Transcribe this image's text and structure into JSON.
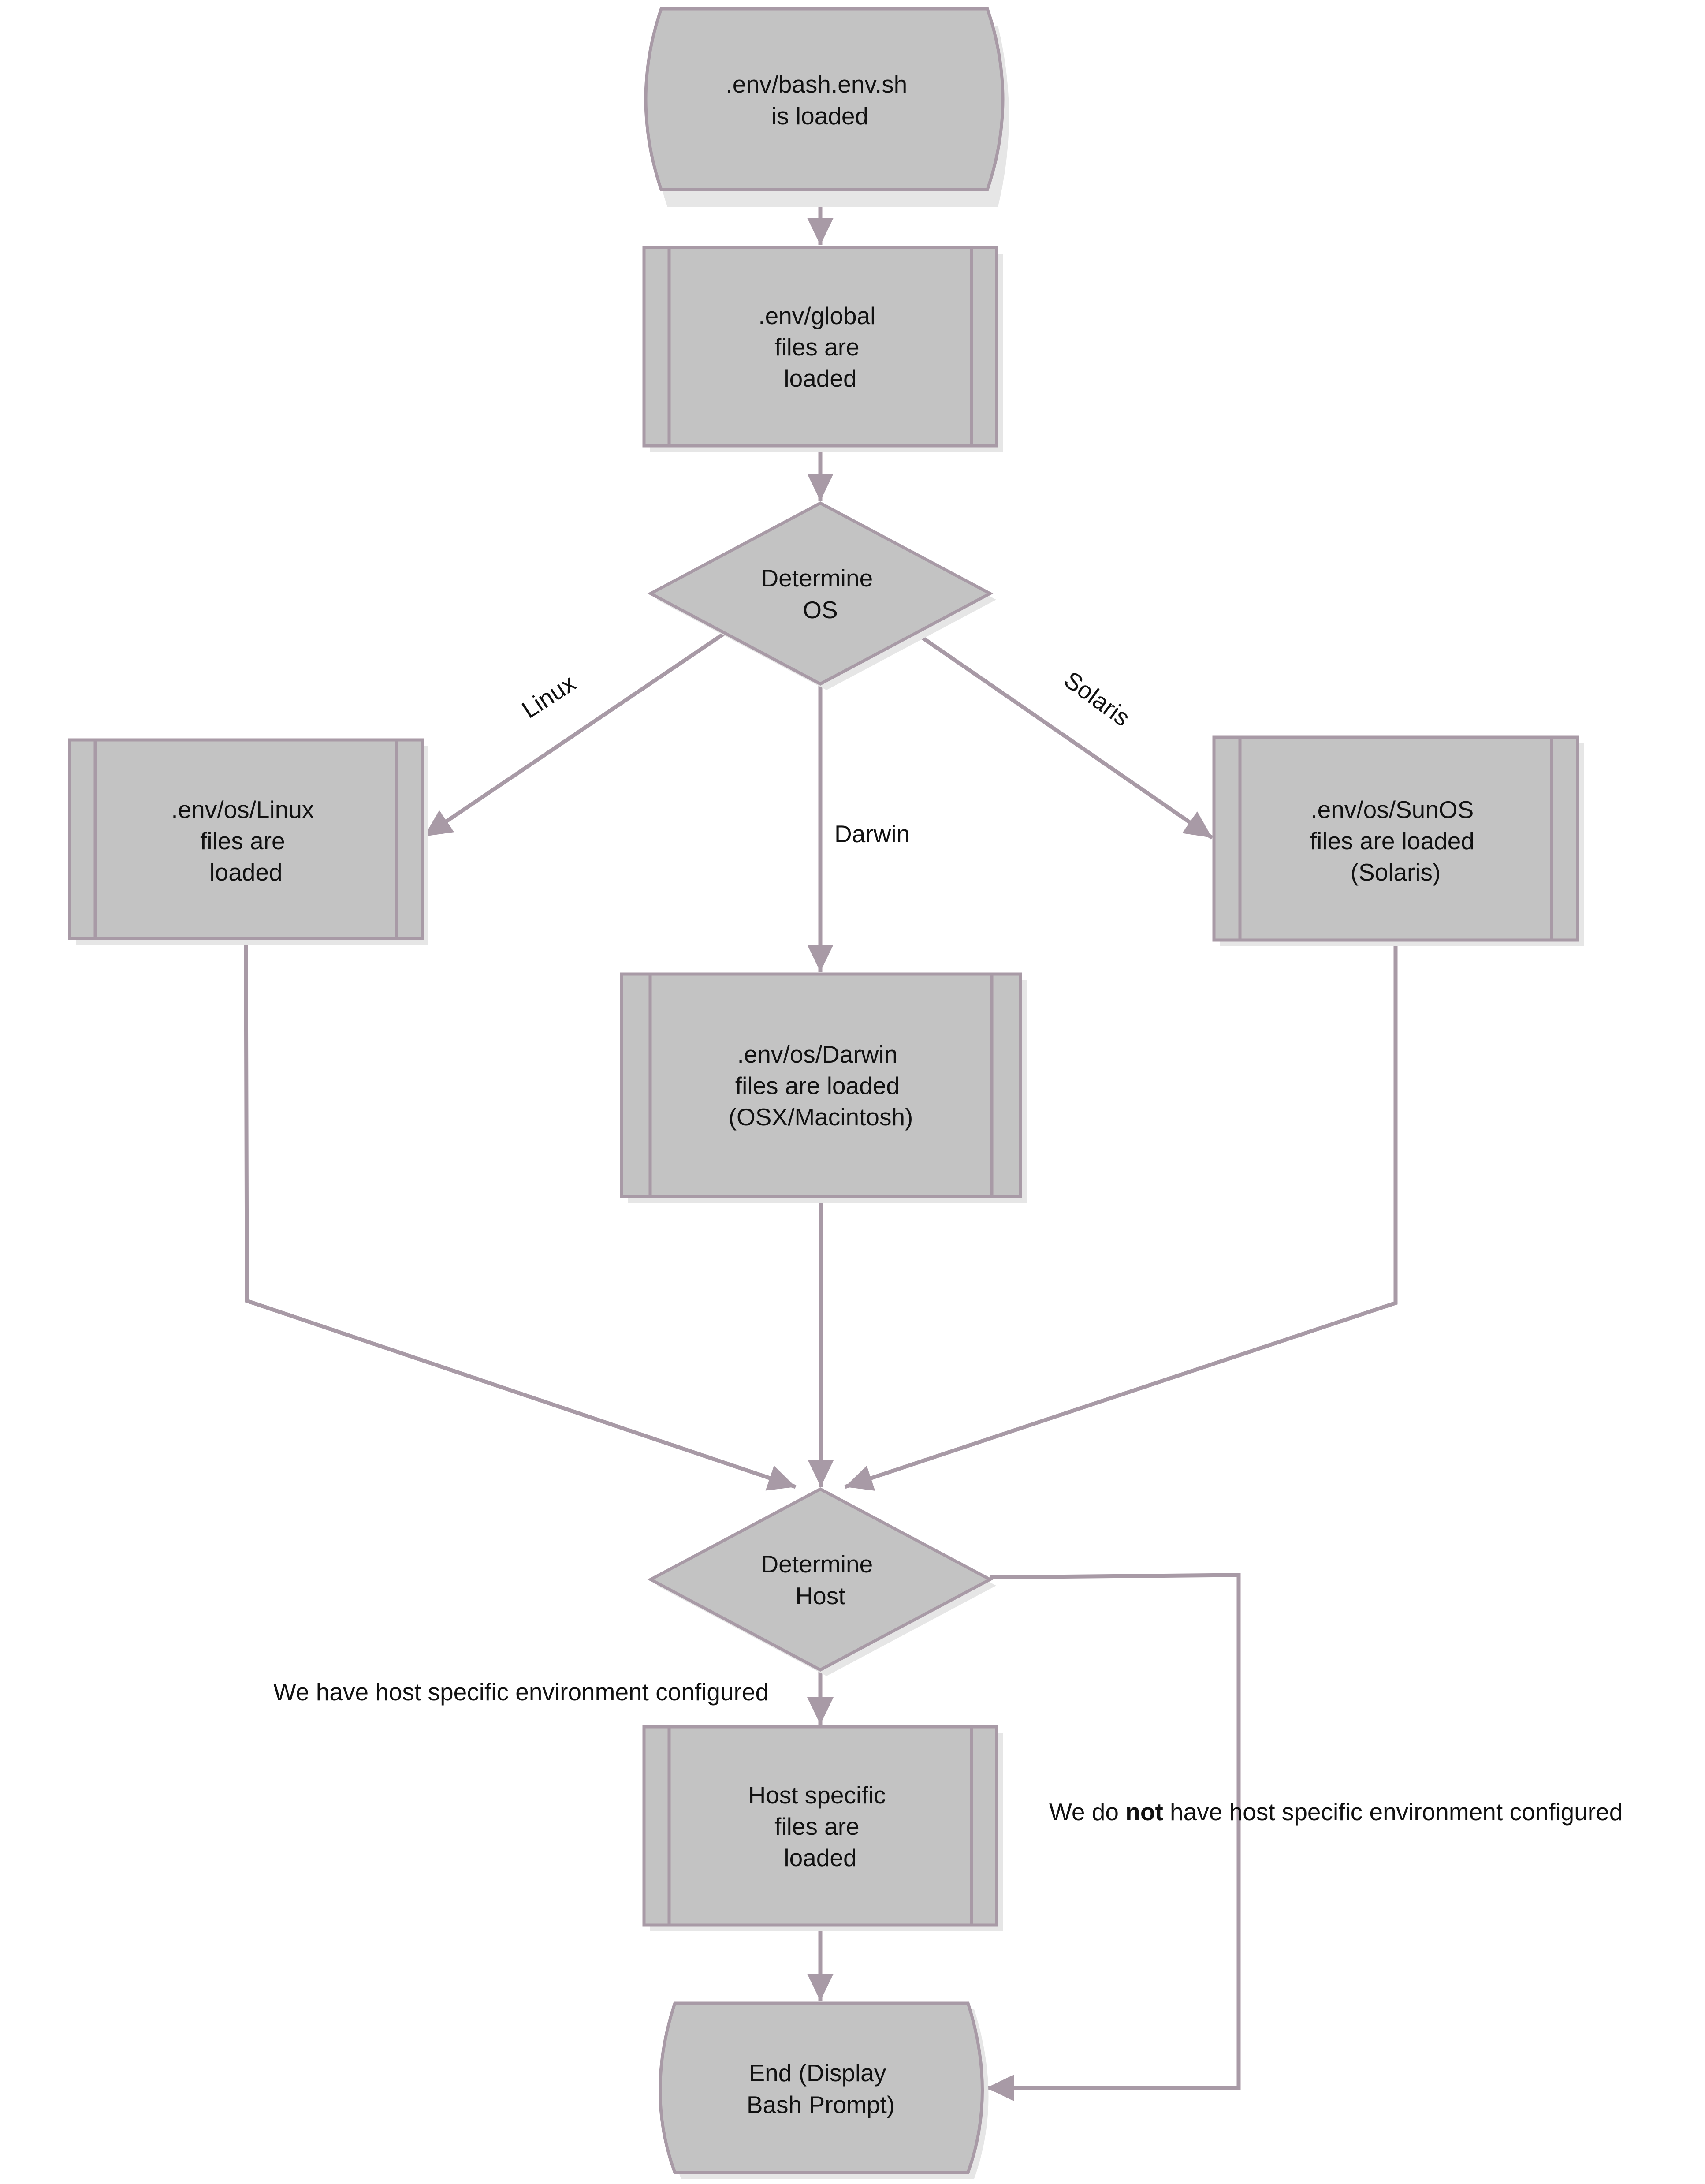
{
  "colors": {
    "shape_fill": "#c3c3c3",
    "shape_stroke": "#a89aa6",
    "connector": "#a89aa6",
    "shadow": "#e6e6e6",
    "text": "#111111"
  },
  "nodes": {
    "start": {
      "shape": "terminator",
      "lines": [
        ".env/bash.env.sh",
        "is loaded"
      ]
    },
    "global": {
      "shape": "predefined-process",
      "lines": [
        ".env/global",
        "files are",
        "loaded"
      ]
    },
    "determine_os": {
      "shape": "decision",
      "lines": [
        "Determine",
        "OS"
      ]
    },
    "linux": {
      "shape": "predefined-process",
      "lines": [
        ".env/os/Linux",
        "files are",
        "loaded"
      ]
    },
    "darwin": {
      "shape": "predefined-process",
      "lines": [
        ".env/os/Darwin",
        "files are loaded",
        "(OSX/Macintosh)"
      ]
    },
    "sunos": {
      "shape": "predefined-process",
      "lines": [
        ".env/os/SunOS",
        "files are loaded",
        "(Solaris)"
      ]
    },
    "determine_host": {
      "shape": "decision",
      "lines": [
        "Determine",
        "Host"
      ]
    },
    "host": {
      "shape": "predefined-process",
      "lines": [
        "Host specific",
        "files are",
        "loaded"
      ]
    },
    "end": {
      "shape": "terminator",
      "lines": [
        "End (Display",
        "Bash Prompt)"
      ]
    }
  },
  "edges": {
    "linux": "Linux",
    "darwin": "Darwin",
    "solaris": "Solaris",
    "host_yes": "We have host specific environment configured",
    "host_no": {
      "before": "We do ",
      "bold": "not",
      "after": " have host specific environment configured"
    }
  }
}
